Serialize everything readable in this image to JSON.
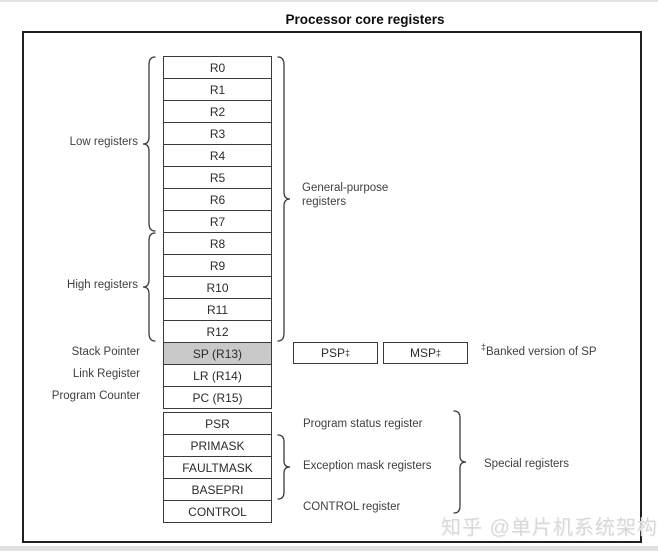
{
  "title": "Processor core registers",
  "main_stack": {
    "rows": [
      "R0",
      "R1",
      "R2",
      "R3",
      "R4",
      "R5",
      "R6",
      "R7",
      "R8",
      "R9",
      "R10",
      "R11",
      "R12",
      "SP (R13)",
      "LR (R14)",
      "PC (R15)"
    ]
  },
  "special_stack": {
    "rows": [
      "PSR",
      "PRIMASK",
      "FAULTMASK",
      "BASEPRI",
      "CONTROL"
    ]
  },
  "banked": {
    "psp_label": "PSP",
    "msp_label": "MSP",
    "marker": "‡",
    "note_marker": "‡",
    "note_text": "Banked version of SP"
  },
  "labels": {
    "low": "Low registers",
    "high": "High registers",
    "general_purpose": "General-purpose\nregisters",
    "stack_pointer": "Stack Pointer",
    "link_register": "Link Register",
    "program_counter": "Program Counter",
    "program_status": "Program status register",
    "exception_mask": "Exception mask registers",
    "control": "CONTROL register",
    "special": "Special registers"
  },
  "colors": {
    "sp_fill": "#c9c9c9",
    "line": "#3a3a3a"
  },
  "watermark": "知乎 @单片机系统架构"
}
